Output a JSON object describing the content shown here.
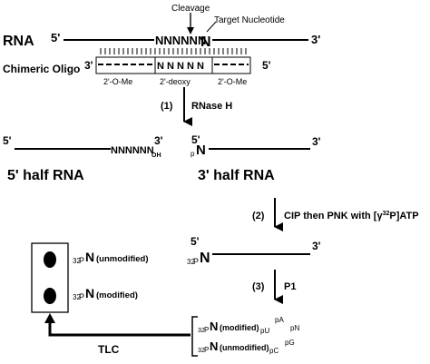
{
  "labels": {
    "cleavage": "Cleavage",
    "target_nucleotide": "Target Nucleotide",
    "rna": "RNA",
    "five_prime": "5'",
    "three_prime": "3'",
    "nnnnnn_top": "NNNNNN",
    "chimeric_oligo": "Chimeric Oligo",
    "oligo_n": "N",
    "oligo_seg_left": "2'-O-Me",
    "oligo_seg_mid": "2'-deoxy",
    "oligo_seg_right": "2'-O-Me",
    "step1": "(1)",
    "step1_label": "RNase H",
    "frag_nnnnnn": "NNNNNN",
    "oh": "OH",
    "p_sub": "p",
    "n": "N",
    "five_half": "5' half RNA",
    "three_half": "3' half RNA",
    "step2": "(2)",
    "step2_label_a": "CIP then PNK with [γ",
    "step2_label_sup": "32",
    "step2_label_b": "P]ATP",
    "p32": "32",
    "p_letter": "P",
    "step3": "(3)",
    "step3_label": "P1",
    "modified": "(modified)",
    "unmodified": "(unmodified)",
    "pA": "pA",
    "pU": "pU",
    "pN": "pN",
    "pC": "pC",
    "pG": "pG",
    "tlc": "TLC"
  }
}
